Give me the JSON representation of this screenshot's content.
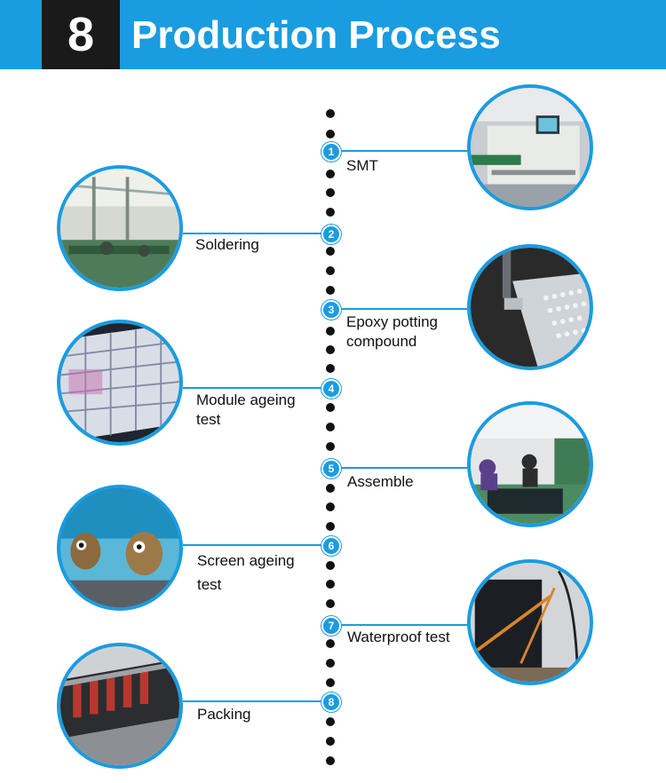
{
  "header": {
    "number": "8",
    "title": "Production Process"
  },
  "accent_color": "#1a9ce0",
  "steps": [
    {
      "num": "1",
      "label_lines": [
        "SMT"
      ],
      "photo": "smt-machine"
    },
    {
      "num": "2",
      "label_lines": [
        "Soldering"
      ],
      "photo": "soldering-workshop"
    },
    {
      "num": "3",
      "label_lines": [
        "Epoxy potting",
        "compound"
      ],
      "photo": "epoxy-potting"
    },
    {
      "num": "4",
      "label_lines": [
        "Module ageing",
        "test"
      ],
      "photo": "module-ageing"
    },
    {
      "num": "5",
      "label_lines": [
        "Assemble"
      ],
      "photo": "assembly-line"
    },
    {
      "num": "6",
      "label_lines": [
        "Screen ageing",
        "test"
      ],
      "photo": "screen-ageing"
    },
    {
      "num": "7",
      "label_lines": [
        "Waterproof test"
      ],
      "photo": "waterproof-test"
    },
    {
      "num": "8",
      "label_lines": [
        "Packing"
      ],
      "photo": "packing-case"
    }
  ]
}
